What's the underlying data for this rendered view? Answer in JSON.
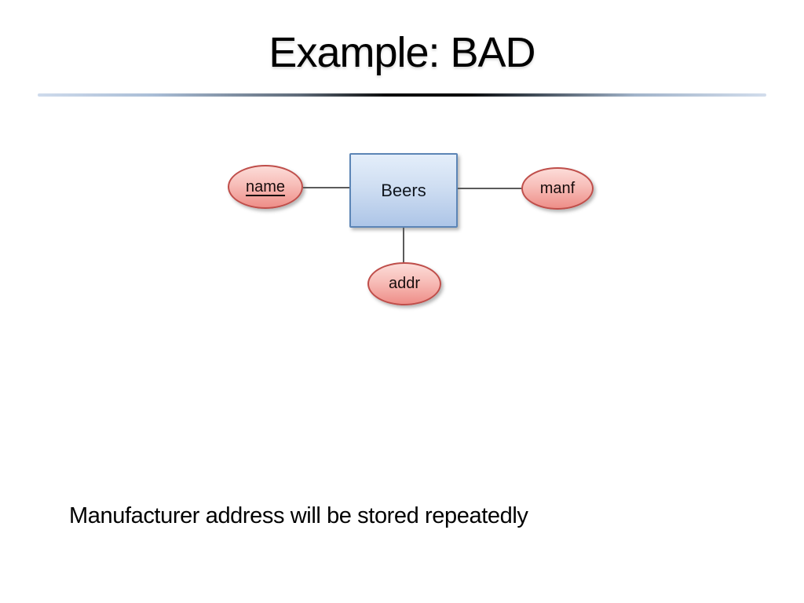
{
  "slide": {
    "title": "Example: BAD",
    "caption": "Manufacturer address will be stored repeatedly"
  },
  "diagram": {
    "entity": {
      "label": "Beers",
      "fill_top": "#e4eefa",
      "fill_bottom": "#adc5e7",
      "border_color": "#5c85b6"
    },
    "attributes": [
      {
        "id": "name",
        "label": "name",
        "is_key": true
      },
      {
        "id": "manf",
        "label": "manf",
        "is_key": false
      },
      {
        "id": "addr",
        "label": "addr",
        "is_key": false
      }
    ],
    "attribute_style": {
      "fill_top": "#fcdcd8",
      "fill_bottom": "#ee8e88",
      "border_color": "#bf4e4a"
    },
    "connectors": [
      {
        "from": "name",
        "to": "Beers"
      },
      {
        "from": "Beers",
        "to": "manf"
      },
      {
        "from": "Beers",
        "to": "addr"
      }
    ],
    "connector_color": "#5b5b5b"
  },
  "divider": {
    "edge_color": "#cfdbec",
    "center_color": "#000000"
  }
}
